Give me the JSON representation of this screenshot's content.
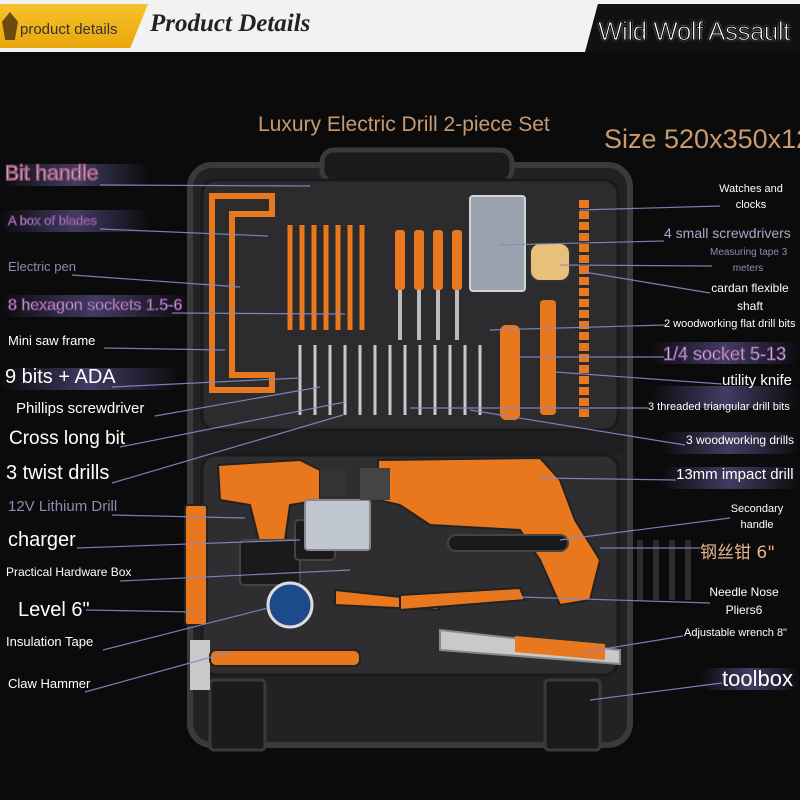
{
  "header": {
    "tab_label": "product details",
    "title": "Product Details",
    "brand": "Wild Wolf Assault"
  },
  "product": {
    "subtitle": "Luxury Electric Drill 2-piece Set",
    "size": "Size 520x350x12"
  },
  "labels_left": {
    "bit_handle": "Bit handle",
    "blades": "A box of blades",
    "electric_pen": "Electric pen",
    "hex_sockets": "8 hexagon sockets 1.5-6",
    "mini_saw": "Mini saw frame",
    "bits_ada": "9 bits + ADA",
    "phillips": "Phillips screwdriver",
    "cross_long_bit": "Cross long bit",
    "twist_drills": "3 twist drills",
    "lithium_drill": "12V Lithium Drill",
    "charger": "charger",
    "hardware_box": "Practical Hardware Box",
    "level": "Level 6\"",
    "insulation_tape": "Insulation Tape",
    "claw_hammer": "Claw Hammer"
  },
  "labels_right": {
    "watches_1": "Watches and",
    "watches_2": "clocks",
    "small_screwdrivers": "4 small screwdrivers",
    "measuring_tape_1": "Measuring tape 3",
    "measuring_tape_2": "meters",
    "cardan_1": "cardan flexible",
    "cardan_2": "shaft",
    "flat_drill_bits": "2 woodworking flat drill bits",
    "socket": "1/4 socket 5-13",
    "utility_knife": "utility knife",
    "triangular_bits": "3 threaded triangular drill bits",
    "wood_drills": "3 woodworking drills",
    "impact_drill": "13mm impact drill",
    "secondary_1": "Secondary",
    "secondary_2": "handle",
    "wire_pliers": "钢丝钳 6\"",
    "needle_nose_1": "Needle Nose",
    "needle_nose_2": "Pliers6",
    "adjustable_wrench": "Adjustable wrench 8\"",
    "toolbox": "toolbox"
  },
  "colors": {
    "accent_orange": "#e8771e",
    "tan_text": "#c79a72",
    "case_grey": "#2a2a2c",
    "header_yellow": "#f0b820"
  }
}
